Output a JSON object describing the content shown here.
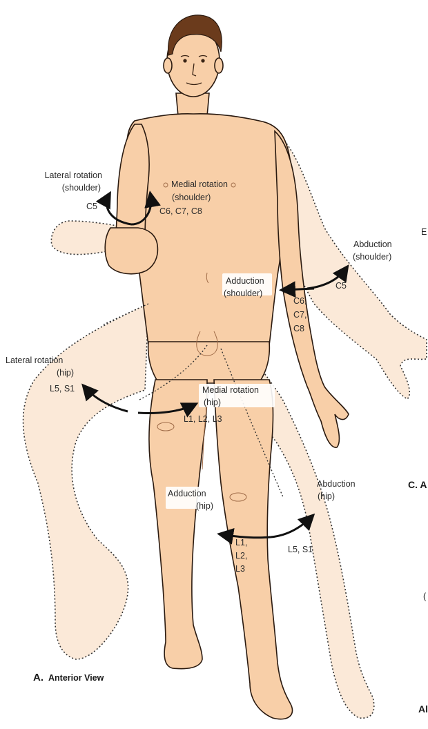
{
  "figure": {
    "colors": {
      "skin": "#f8cfa8",
      "skin_shadow": "#eeb98f",
      "ghost": "#fbe9d8",
      "hair": "#6b3b1c",
      "outline": "#2a1a10",
      "arrow": "#111111",
      "label_bg": "#ffffff"
    },
    "labels": {
      "lateral_rotation_shoulder": [
        "Lateral rotation",
        "(shoulder)"
      ],
      "c5_left": "C5",
      "medial_rotation_shoulder": [
        "Medial rotation",
        "(shoulder)"
      ],
      "c6_c7_c8": "C6, C7, C8",
      "abduction_shoulder": [
        "Abduction",
        "(shoulder)"
      ],
      "c5_right": "C5",
      "adduction_shoulder": [
        "Adduction",
        "(shoulder)"
      ],
      "c6_c7_c8_stack": [
        "C6,",
        "C7,",
        "C8"
      ],
      "lateral_rotation_hip": [
        "Lateral rotation",
        "(hip)",
        "L5, S1"
      ],
      "medial_rotation_hip": [
        "Medial rotation",
        "(hip)",
        "L1, L2, L3"
      ],
      "abduction_hip": [
        "Abduction",
        "(hip)"
      ],
      "adduction_hip": [
        "Adduction",
        "(hip)"
      ],
      "l5_s1_right": "L5, S1",
      "l1_l2_l3_stack": [
        "L1,",
        "L2,",
        "L3"
      ]
    },
    "panel": {
      "letter": "A.",
      "view": "Anterior View"
    },
    "edge": {
      "e_fragment": "E",
      "c_fragment": "C. A",
      "al_fragment": "Al",
      "paren_fragment": "("
    }
  }
}
